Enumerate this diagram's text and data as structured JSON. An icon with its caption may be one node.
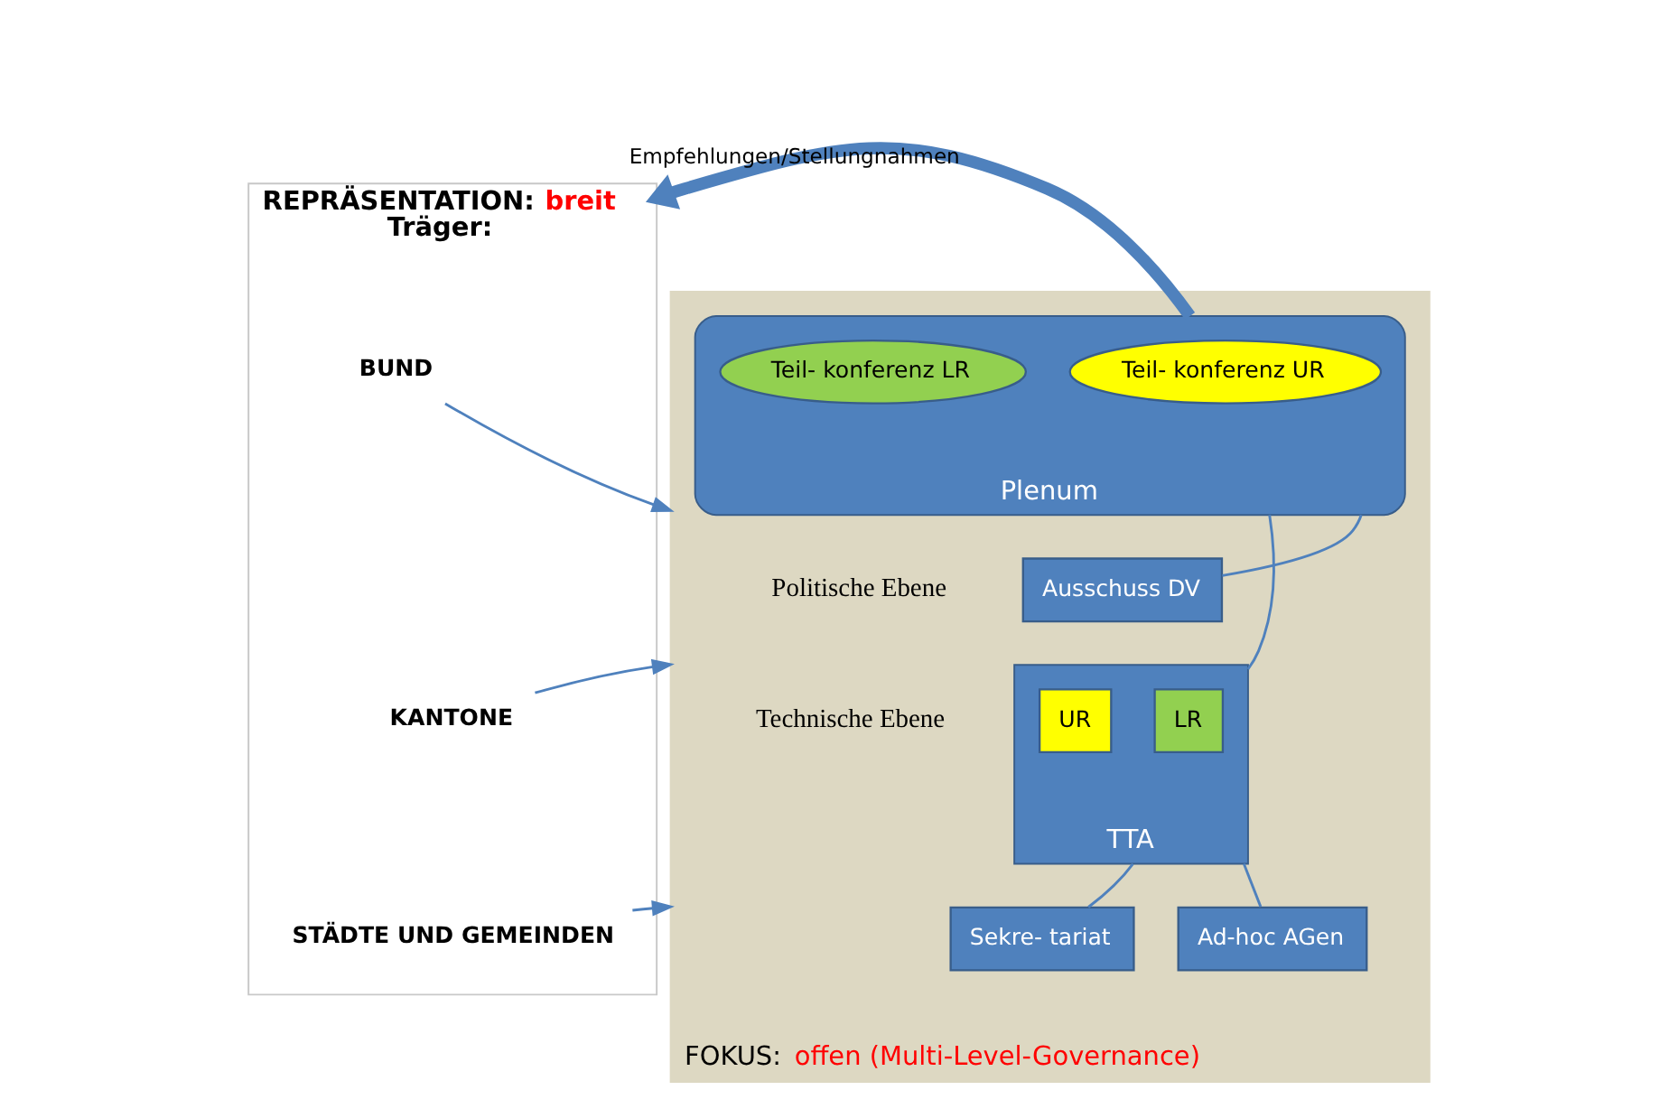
{
  "diagram": {
    "nodes": [
      {
        "text": [
          "REPRÄSENTATION:",
          "breit",
          "Träger:"
        ]
      },
      {
        "text": [
          "BUND"
        ],
        "in": 0
      },
      {
        "text": [
          "KANTONE"
        ],
        "in": 0
      },
      {
        "text": [
          "STÄDTE UND GEMEINDEN"
        ],
        "in": 0
      },
      {
        "text": [
          "FOKUS:",
          "offen (Multi-Level-Governance)"
        ]
      },
      {
        "text": [
          "Plenum"
        ],
        "in": 4
      },
      {
        "text": [
          "Teil- konferenz UR"
        ],
        "in": 5
      },
      {
        "text": [
          "Teil- konferenz LR"
        ],
        "in": 5
      },
      {
        "text": [
          "Ausschuss DV"
        ],
        "in": 4
      },
      {
        "text": [
          "TTA"
        ],
        "in": 4
      },
      {
        "text": [
          "LR"
        ],
        "in": 9
      },
      {
        "text": [
          "UR"
        ],
        "in": 9
      },
      {
        "text": [
          "Sekre- tariat"
        ],
        "in": 4
      },
      {
        "text": [
          "Ad-hoc AGen"
        ],
        "in": 4
      }
    ],
    "edges": [
      {
        "from": 5,
        "to": 0,
        "arrow": "to",
        "label": "Empfehlungen/Stellungnahmen",
        "style": "thick"
      },
      {
        "from": 1,
        "to": 4,
        "arrow": "to"
      },
      {
        "from": 2,
        "to": 4,
        "arrow": "to"
      },
      {
        "from": 3,
        "to": 4,
        "arrow": "to"
      },
      {
        "from": 8,
        "to": 5,
        "arrow": "none"
      },
      {
        "from": 5,
        "to": 9,
        "arrow": "none"
      },
      {
        "from": 9,
        "to": 12,
        "arrow": "none"
      },
      {
        "from": 9,
        "to": 13,
        "arrow": "none"
      }
    ],
    "labels": [
      "Politische Ebene",
      "Technische Ebene"
    ]
  }
}
